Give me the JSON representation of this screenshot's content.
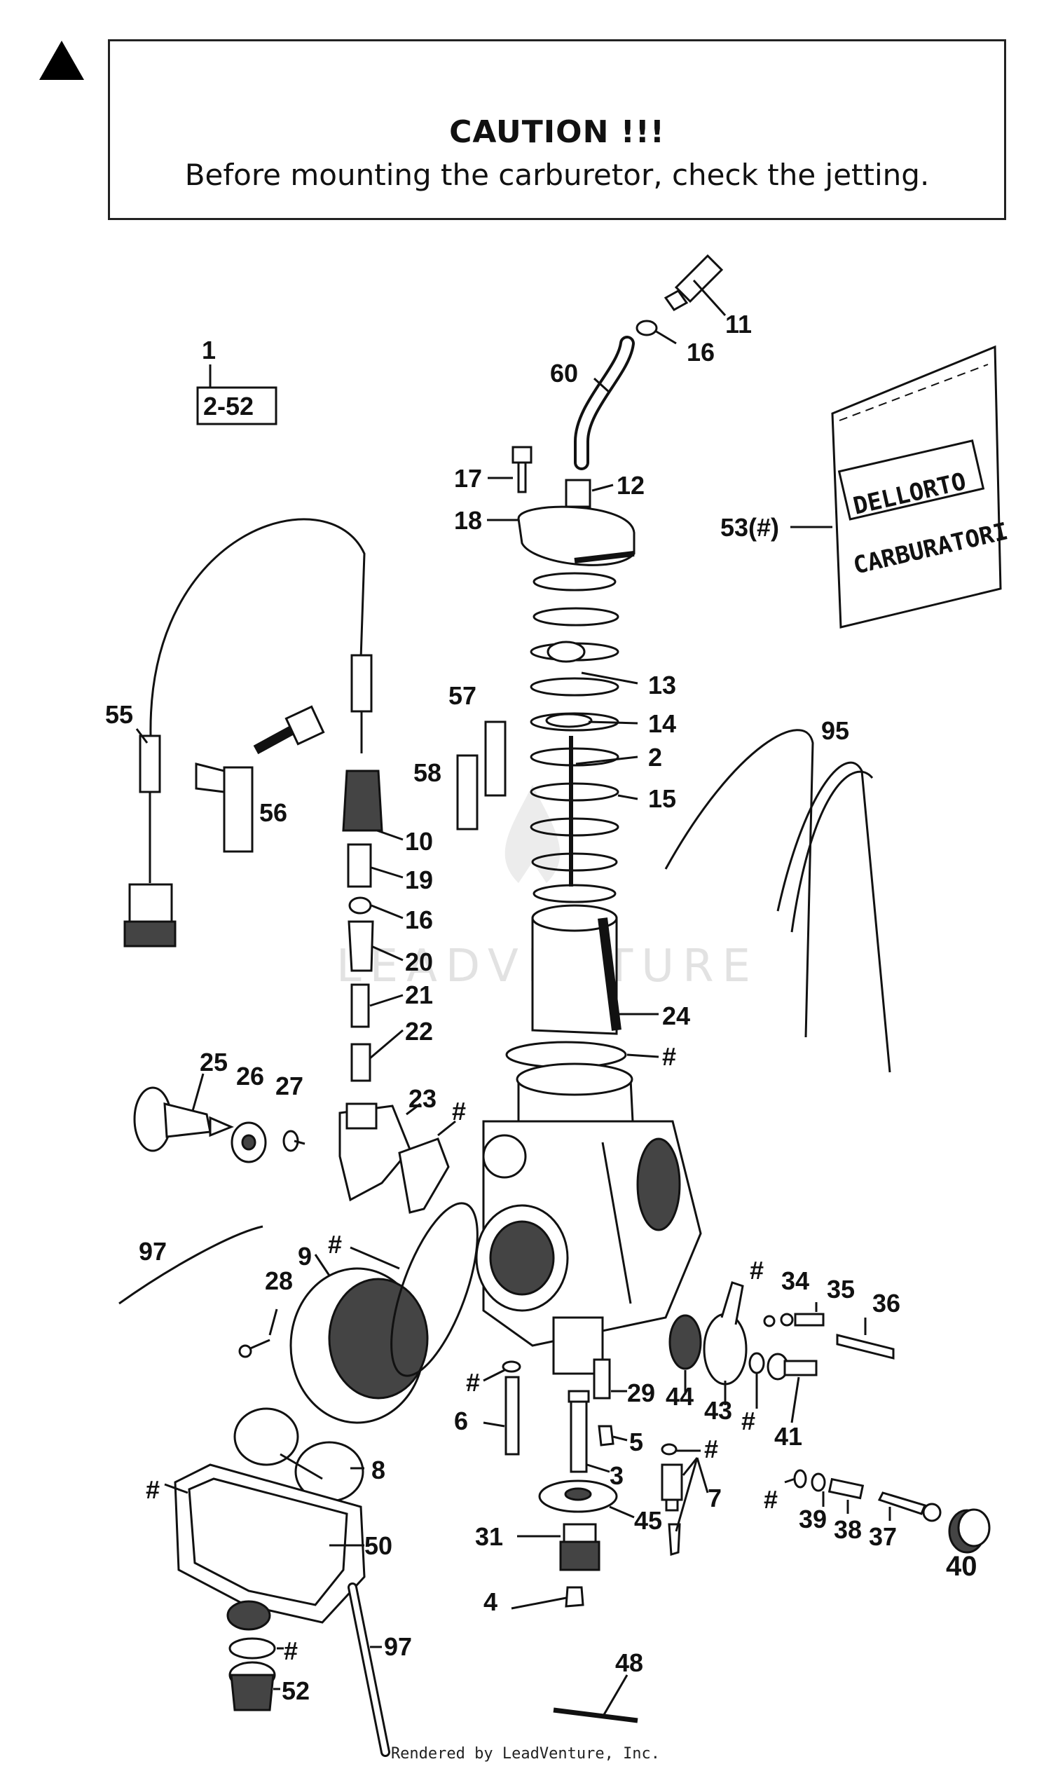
{
  "header": {
    "caution_title": "CAUTION !!!",
    "caution_text": "Before mounting the carburetor, check the jetting."
  },
  "kit_label": {
    "number": "1",
    "range": "2-52"
  },
  "kit_bag_text": {
    "brand": "DELLORTO",
    "sub": "CARBURATORI"
  },
  "watermark": "LEADVENTURE",
  "footer": "Rendered by LeadVenture, Inc.",
  "callouts": [
    "11",
    "16",
    "60",
    "17",
    "12",
    "18",
    "53(#)",
    "13",
    "14",
    "2",
    "15",
    "57",
    "58",
    "95",
    "55",
    "56",
    "10",
    "19",
    "16",
    "20",
    "21",
    "22",
    "24",
    "#",
    "25",
    "26",
    "27",
    "23",
    "#",
    "97",
    "#",
    "9",
    "28",
    "#",
    "34",
    "35",
    "36",
    "29",
    "44",
    "43",
    "#",
    "41",
    "#",
    "6",
    "5",
    "#",
    "3",
    "8",
    "#",
    "45",
    "7",
    "31",
    "50",
    "#",
    "39",
    "38",
    "37",
    "40",
    "4",
    "#",
    "97",
    "52",
    "48"
  ],
  "colors": {
    "line": "#111111",
    "background": "#ffffff",
    "watermark": "#e2e2e2"
  }
}
